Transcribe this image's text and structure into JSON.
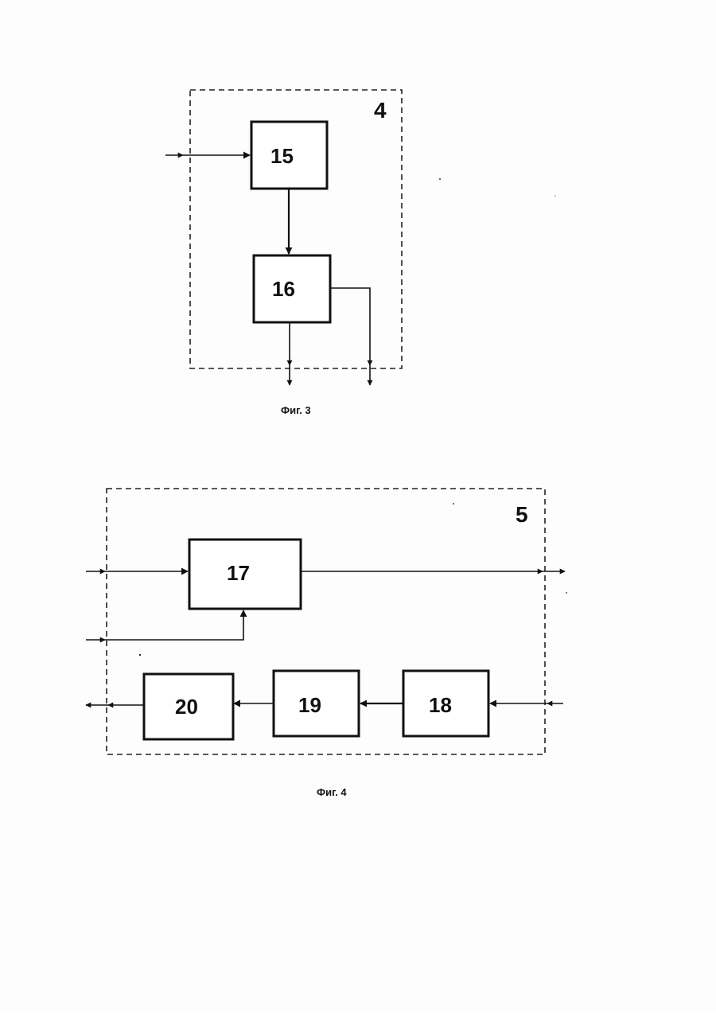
{
  "figure3": {
    "caption": "Фиг. 3",
    "frame_label": "4",
    "blocks": {
      "b15": "15",
      "b16": "16"
    }
  },
  "figure4": {
    "caption": "Фиг. 4",
    "frame_label": "5",
    "blocks": {
      "b17": "17",
      "b18": "18",
      "b19": "19",
      "b20": "20"
    }
  }
}
